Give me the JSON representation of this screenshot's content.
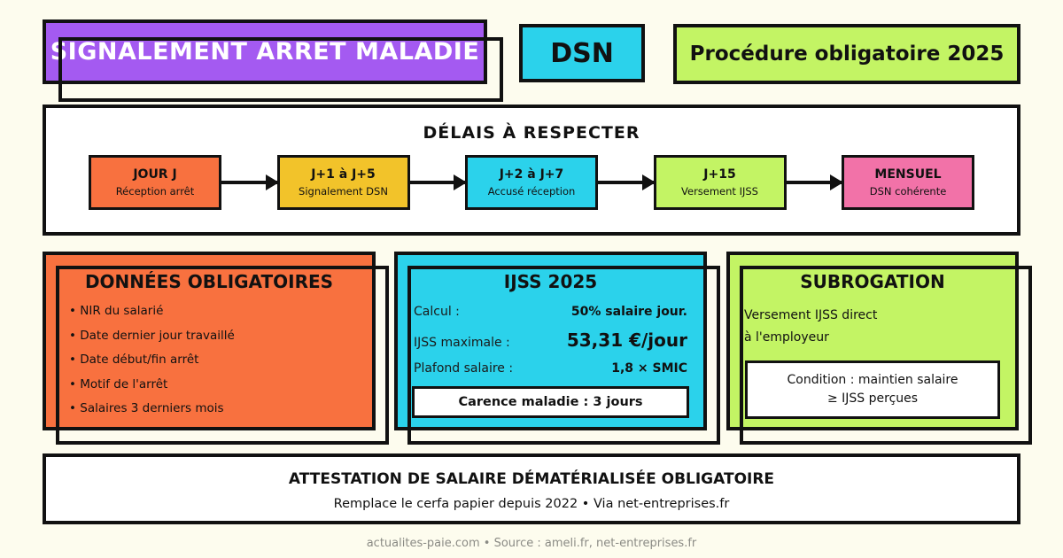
{
  "header": {
    "title": "SIGNALEMENT ARRÊT MALADIE",
    "badge_dsn": "DSN",
    "badge_procedure": "Procédure obligatoire 2025"
  },
  "timeline": {
    "title": "DÉLAIS À RESPECTER",
    "steps": [
      {
        "label": "JOUR J",
        "sublabel": "Réception arrêt",
        "color": "#F8713F"
      },
      {
        "label": "J+1 à J+5",
        "sublabel": "Signalement DSN",
        "color": "#F2C32A"
      },
      {
        "label": "J+2 à J+7",
        "sublabel": "Accusé réception",
        "color": "#2BD2EB"
      },
      {
        "label": "J+15",
        "sublabel": "Versement IJSS",
        "color": "#C3F464"
      },
      {
        "label": "MENSUEL",
        "sublabel": "DSN cohérente",
        "color": "#F272A8"
      }
    ]
  },
  "cards": {
    "donnees": {
      "title": "DONNÉES OBLIGATOIRES",
      "color": "#F8713F",
      "items": [
        "NIR du salarié",
        "Date dernier jour travaillé",
        "Date début/fin arrêt",
        "Motif de l'arrêt",
        "Salaires 3 derniers mois"
      ]
    },
    "ijss": {
      "title": "IJSS 2025",
      "color": "#2BD2EB",
      "rows": [
        {
          "label": "Calcul :",
          "value": "50% salaire jour."
        },
        {
          "label": "IJSS maximale :",
          "value": "53,31 €/jour"
        },
        {
          "label": "Plafond salaire :",
          "value": "1,8 × SMIC"
        }
      ],
      "highlight": "Carence maladie : 3 jours"
    },
    "subrogation": {
      "title": "SUBROGATION",
      "color": "#C3F464",
      "line1": "Versement IJSS direct",
      "line2": "à l'employeur",
      "condition_line1": "Condition : maintien salaire",
      "condition_line2": "≥ IJSS perçues"
    }
  },
  "attestation": {
    "title": "ATTESTATION DE SALAIRE DÉMATÉRIALISÉE OBLIGATOIRE",
    "subtitle": "Remplace le cerfa papier depuis 2022 • Via net-entreprises.fr"
  },
  "footer": {
    "text": "actualites-paie.com • Source : ameli.fr, net-entreprises.fr"
  },
  "colors": {
    "background": "#FDFCEE",
    "purple": "#A45AF1",
    "cyan": "#2BD2EB",
    "green": "#C3F464",
    "orange": "#F8713F",
    "yellow": "#F2C32A",
    "pink": "#F272A8",
    "border": "#111111",
    "footer_text": "#8B8B85"
  }
}
